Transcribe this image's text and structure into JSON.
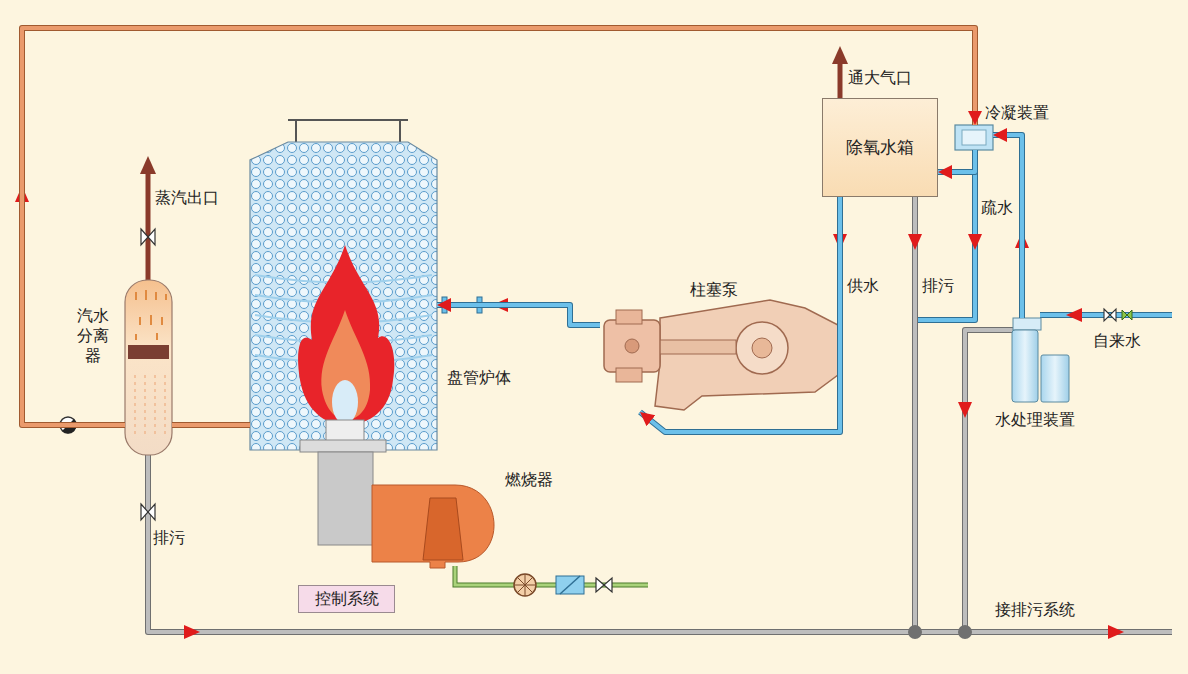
{
  "diagram": {
    "nodes": [
      {
        "text": [
          "汽水分离器"
        ]
      },
      {
        "text": [
          "盘管炉体"
        ]
      },
      {
        "text": [
          "燃烧器"
        ]
      },
      {
        "text": [
          "控制系统"
        ]
      },
      {
        "text": [
          "柱塞泵"
        ]
      },
      {
        "text": [
          "除氧水箱"
        ]
      },
      {
        "text": [
          "冷凝装置"
        ]
      },
      {
        "text": [
          "水处理装置"
        ]
      }
    ],
    "edges": [
      {
        "from": 1,
        "to": 0,
        "arrow": "none"
      },
      {
        "from": 0,
        "to": 6,
        "arrow": "to"
      },
      {
        "from": 5,
        "to": 4,
        "arrow": "to",
        "label": "供水"
      },
      {
        "from": 4,
        "to": 1,
        "arrow": "to"
      },
      {
        "from": 7,
        "to": 6,
        "arrow": "to"
      },
      {
        "from": 6,
        "to": 5,
        "arrow": "to",
        "label": "疏水"
      }
    ],
    "labels": [
      "蒸汽出口",
      "排污",
      "通大气口",
      "排污",
      "自来水",
      "接排污系统"
    ]
  }
}
